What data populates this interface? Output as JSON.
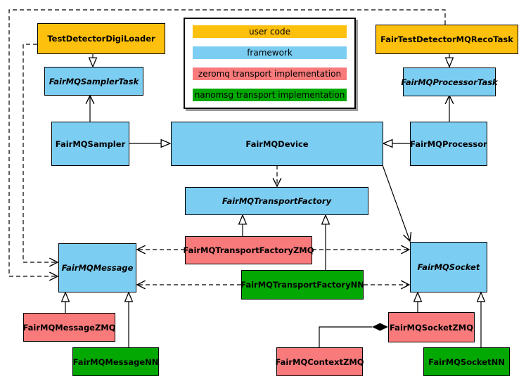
{
  "diagram": {
    "kind": "uml-class-diagram",
    "colors": {
      "user_code": "#FDC00D",
      "framework": "#7CCDF2",
      "zeromq": "#F87A7A",
      "nanomsg": "#03A803",
      "line": "#000000",
      "background": "#FFFFFF"
    },
    "legend": {
      "items": [
        {
          "label": "user code",
          "category": "user_code"
        },
        {
          "label": "framework",
          "category": "framework"
        },
        {
          "label": "zeromq transport implementation",
          "category": "zeromq"
        },
        {
          "label": "nanomsg transport implementation",
          "category": "nanomsg"
        }
      ]
    },
    "nodes": {
      "digiloader": {
        "label": "TestDetectorDigiLoader",
        "category": "user_code",
        "abstract": false
      },
      "recotask": {
        "label": "FairTestDetectorMQRecoTask",
        "category": "user_code",
        "abstract": false
      },
      "samplertask": {
        "label": "FairMQSamplerTask",
        "category": "framework",
        "abstract": true
      },
      "processortask": {
        "label": "FairMQProcessorTask",
        "category": "framework",
        "abstract": true
      },
      "sampler": {
        "label": "FairMQSampler",
        "category": "framework",
        "abstract": false
      },
      "device": {
        "label": "FairMQDevice",
        "category": "framework",
        "abstract": false
      },
      "processor": {
        "label": "FairMQProcessor",
        "category": "framework",
        "abstract": false
      },
      "transportfactory": {
        "label": "FairMQTransportFactory",
        "category": "framework",
        "abstract": true
      },
      "tfzmq": {
        "label": "FairMQTransportFactoryZMQ",
        "category": "zeromq",
        "abstract": false
      },
      "tfnn": {
        "label": "FairMQTransportFactoryNN",
        "category": "nanomsg",
        "abstract": false
      },
      "message": {
        "label": "FairMQMessage",
        "category": "framework",
        "abstract": true
      },
      "socket": {
        "label": "FairMQSocket",
        "category": "framework",
        "abstract": true
      },
      "messagezmq": {
        "label": "FairMQMessageZMQ",
        "category": "zeromq",
        "abstract": false
      },
      "messagenn": {
        "label": "FairMQMessageNN",
        "category": "nanomsg",
        "abstract": false
      },
      "contextzmq": {
        "label": "FairMQContextZMQ",
        "category": "zeromq",
        "abstract": false
      },
      "socketzmq": {
        "label": "FairMQSocketZMQ",
        "category": "zeromq",
        "abstract": false
      },
      "socketnn": {
        "label": "FairMQSocketNN",
        "category": "nanomsg",
        "abstract": false
      }
    },
    "edges": [
      {
        "from": "digiloader",
        "to": "samplertask",
        "type": "inheritance"
      },
      {
        "from": "recotask",
        "to": "processortask",
        "type": "inheritance"
      },
      {
        "from": "sampler",
        "to": "samplertask",
        "type": "association"
      },
      {
        "from": "processor",
        "to": "processortask",
        "type": "association"
      },
      {
        "from": "sampler",
        "to": "device",
        "type": "inheritance"
      },
      {
        "from": "processor",
        "to": "device",
        "type": "inheritance"
      },
      {
        "from": "device",
        "to": "transportfactory",
        "type": "dependency"
      },
      {
        "from": "device",
        "to": "socket",
        "type": "association"
      },
      {
        "from": "digiloader",
        "to": "message",
        "type": "dependency"
      },
      {
        "from": "recotask",
        "to": "message",
        "type": "dependency"
      },
      {
        "from": "tfzmq",
        "to": "transportfactory",
        "type": "inheritance"
      },
      {
        "from": "tfnn",
        "to": "transportfactory",
        "type": "inheritance"
      },
      {
        "from": "tfzmq",
        "to": "message",
        "type": "dependency"
      },
      {
        "from": "tfzmq",
        "to": "socket",
        "type": "dependency"
      },
      {
        "from": "tfnn",
        "to": "message",
        "type": "dependency"
      },
      {
        "from": "tfnn",
        "to": "socket",
        "type": "dependency"
      },
      {
        "from": "messagezmq",
        "to": "message",
        "type": "inheritance"
      },
      {
        "from": "messagenn",
        "to": "message",
        "type": "inheritance"
      },
      {
        "from": "socketzmq",
        "to": "socket",
        "type": "inheritance"
      },
      {
        "from": "socketnn",
        "to": "socket",
        "type": "inheritance"
      },
      {
        "from": "contextzmq",
        "to": "socketzmq",
        "type": "composition"
      }
    ]
  }
}
